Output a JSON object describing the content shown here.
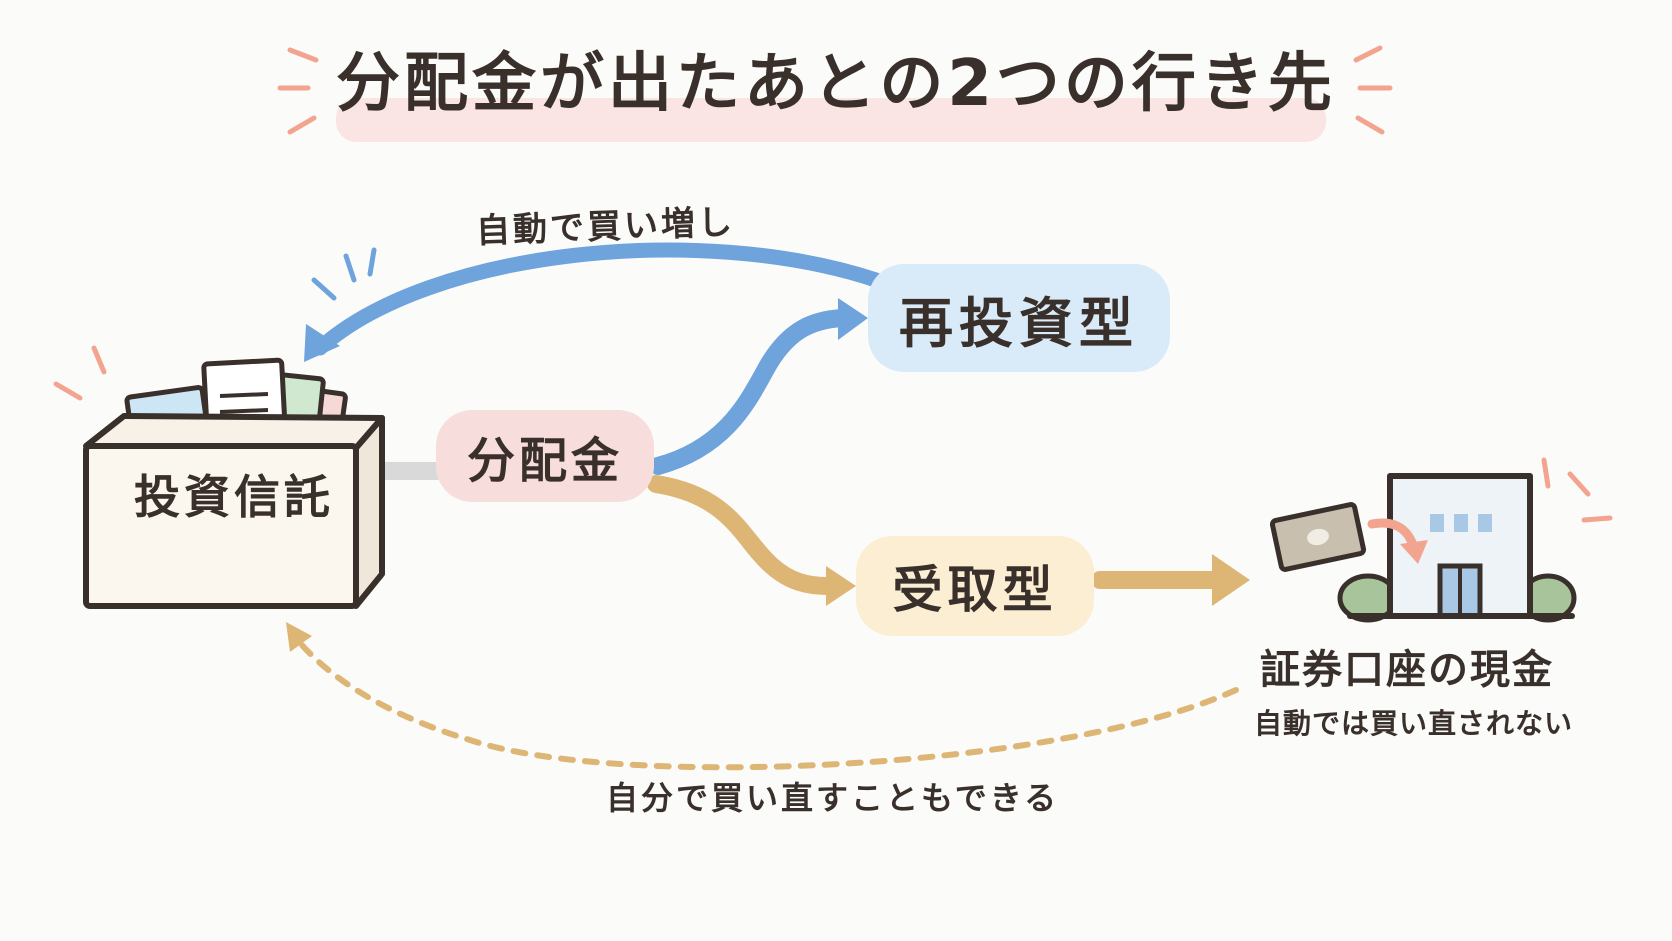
{
  "title": "分配金が出たあとの2つの行き先",
  "nodes": {
    "fund": "投資信託",
    "distribution": "分配金",
    "reinvest": "再投資型",
    "receive": "受取型",
    "cash": "証券口座の現金"
  },
  "edges": {
    "auto_buy": "自動で買い増し",
    "cash_note": "自動では買い直されない",
    "manual_rebuy": "自分で買い直すこともできる"
  },
  "colors": {
    "ink": "#3a302b",
    "reinvest_blue": "#6ea3dc",
    "receive_tan": "#ddb675",
    "distribution_pink": "#f8dddd",
    "accent_coral": "#f2a48f"
  }
}
